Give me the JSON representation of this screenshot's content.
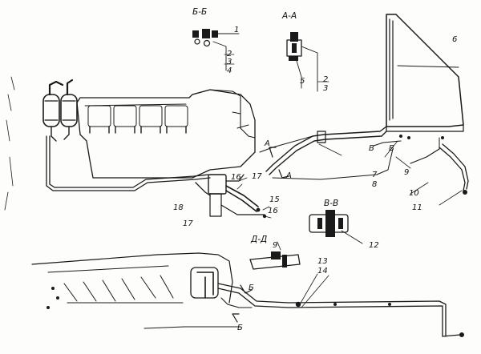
{
  "sections": {
    "bb": "Б-Б",
    "aa": "А-А",
    "vv": "В-В",
    "dd": "Д-Д"
  },
  "cut_marks": {
    "a_upper": "А",
    "a_lower": "А",
    "v_left": "В",
    "v_right": "В",
    "b_upper": "Б",
    "b_lower": "Б"
  },
  "callouts": {
    "n1": "1",
    "n2_bb": "2",
    "n3_bb": "3",
    "n4_bb": "4",
    "n5_aa": "5",
    "n2_aa": "2",
    "n3_aa": "3",
    "n6": "6",
    "n7": "7",
    "n8": "8",
    "n9": "9",
    "n10": "10",
    "n11": "11",
    "n12": "12",
    "n13": "13",
    "n14": "14",
    "n15": "15",
    "n16a": "16",
    "n16b": "16",
    "n17a": "17",
    "n17b": "17",
    "n18": "18",
    "n9_dd": "9"
  }
}
